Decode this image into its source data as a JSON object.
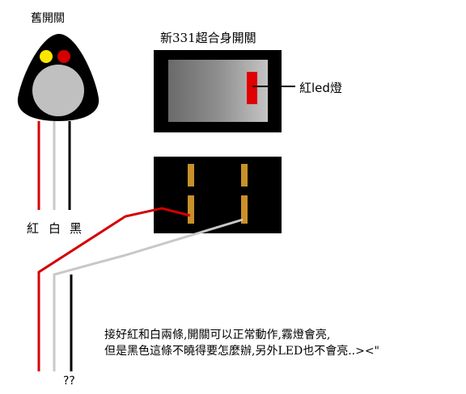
{
  "old_switch": {
    "title": "舊開關",
    "wire_labels": [
      "紅",
      "白",
      "黑"
    ]
  },
  "new_switch": {
    "title": "新331超合身開關",
    "led_label": "紅led燈"
  },
  "note": {
    "line1": "接好紅和白兩條,開關可以正常動作,霧燈會亮,",
    "line2": "但是黑色這條不曉得要怎麼辦,另外LED也不會亮..><\""
  },
  "unknown_wire_label": "??",
  "colors": {
    "red_wire": "#d40000",
    "white_wire": "#c8c8c8",
    "black_wire": "#000000",
    "switch_body": "#000000",
    "indicator_yellow": "#ffe600",
    "indicator_red": "#d40000",
    "contact_gold": "#c8902a",
    "led_red": "#e00000"
  }
}
